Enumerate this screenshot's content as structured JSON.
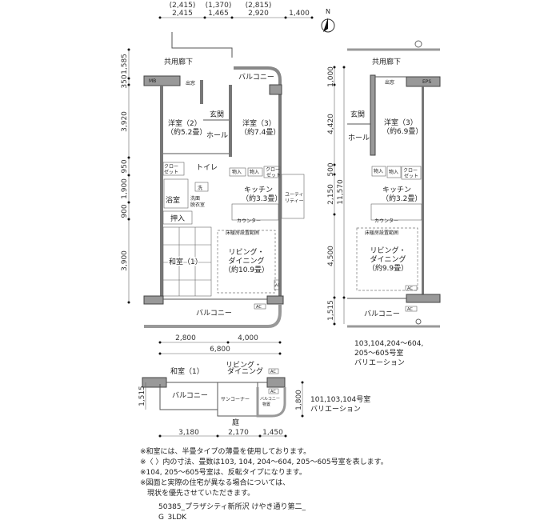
{
  "top_dims": {
    "alt": [
      "(2,415)",
      "(1,370)",
      "(2,815)"
    ],
    "main": [
      "2,415",
      "1,465",
      "2,920",
      "1,400"
    ]
  },
  "north_label": "N",
  "left_dims": [
    "1,585",
    "350",
    "3,920",
    "950",
    "1,900",
    "900",
    "3,900"
  ],
  "main_plan": {
    "corridor": "共用廊下",
    "mb": "MB",
    "entrance_door": "出窓",
    "balcony_top": "バルコニー",
    "genkan": "玄関",
    "hall": "ホール",
    "bedroom2": {
      "name": "洋室（2）",
      "size": "（約5.2畳）"
    },
    "bedroom3": {
      "name": "洋室（3）",
      "size": "（約7.4畳）"
    },
    "closet_left": [
      "クロー",
      "ゼット"
    ],
    "toilet": "トイレ",
    "storage1": "物入",
    "storage2": "物入",
    "closet_right": [
      "クロー",
      "ゼット"
    ],
    "wash": "洗",
    "bath": "浴室",
    "dressing": [
      "洗面",
      "脱衣室"
    ],
    "kitchen": {
      "name": "キッチン",
      "size": "（約3.3畳）"
    },
    "utility": [
      "ユーティ",
      "リティー"
    ],
    "oshiire": "押入",
    "counter": "カウンター",
    "floor_heating": "床暖房設置範囲",
    "living": {
      "name1": "リビング・",
      "name2": "ダイニング",
      "size": "（約10.9畳）"
    },
    "washitsu": "和室（1）",
    "ac1": "AC",
    "ac2": "AC",
    "balcony_bottom": "バルコニー"
  },
  "bottom_dims": {
    "parts": [
      "2,800",
      "4,000"
    ],
    "total": "6,800"
  },
  "right_dims": [
    "1,000",
    "4,420",
    "500",
    "2,150",
    "4,500",
    "1,515"
  ],
  "right_total": "11,570",
  "variation_plan": {
    "corridor": "共用廊下",
    "entrance_door": "出窓",
    "eps": "EPS",
    "genkan": "玄関",
    "hall": "ホール",
    "bedroom3": {
      "name": "洋室（3）",
      "size": "（約6.9畳）"
    },
    "storage1": "物入",
    "storage2": "物入",
    "closet": [
      "クロー",
      "ゼット"
    ],
    "kitchen": {
      "name": "キッチン",
      "size": "（約3.2畳）"
    },
    "counter": "カウンター",
    "floor_heating": "床暖房設置範囲",
    "living": {
      "name1": "リビング・",
      "name2": "ダイニング",
      "size": "（約9.9畳）"
    },
    "ac1": "AC",
    "ac2": "AC",
    "balcony": "バルコニー",
    "caption": [
      "103,104,204～604,",
      "205～605号室",
      "バリエーション"
    ]
  },
  "sub_plan": {
    "washitsu": "和室（1）",
    "living": [
      "リビング・",
      "ダイニング"
    ],
    "ac1": "AC",
    "ac2": "AC",
    "balcony": "バルコニー",
    "sun_corner": "サンコーナー",
    "balcony_storage": [
      "バルコニー",
      "物置"
    ],
    "garden": "庭",
    "left_dim": "1,515",
    "right_dim": "1,800",
    "bottom_dims": [
      "3,180",
      "2,170",
      "1,450"
    ],
    "caption": [
      "101,103,104号室",
      "バリエーション"
    ]
  },
  "notes": [
    "※和室には、半畳タイプの薄畳を使用しております。",
    "※〈 〉内の寸法、畳数は103, 104, 204～604, 205～605号室を表します。",
    "※104, 205～605号室は、反転タイプになります。",
    "※図面と実際の住宅が異なる場合については、",
    "　現状を優先させていただきます。"
  ],
  "footer": [
    "50385_プラザシティ新所沢 けやき通り第二_",
    "G_3LDK"
  ]
}
